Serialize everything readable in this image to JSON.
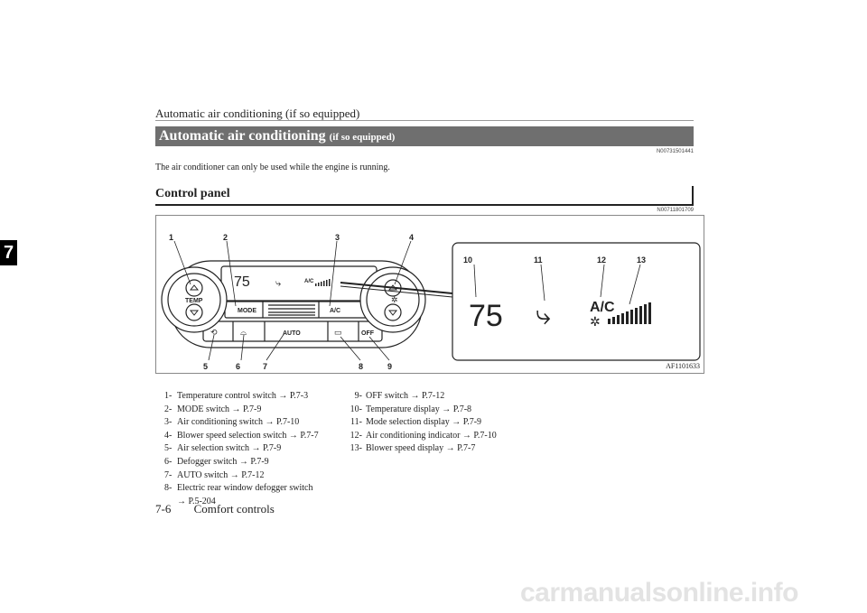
{
  "page": {
    "running_head": "Automatic air conditioning (if so equipped)",
    "chapter_number": "7",
    "section_title": "Automatic air conditioning",
    "section_title_suffix": "(if so equipped)",
    "section_code": "N00731501441",
    "intro_text": "The air conditioner can only be used while the engine is running.",
    "subsection_title": "Control panel",
    "subsection_code": "N00711801709",
    "figure_id": "AF1101633",
    "page_number": "7-6",
    "chapter_name": "Comfort controls",
    "watermark": "carmanualsonline.info"
  },
  "figure": {
    "callouts": [
      "1",
      "2",
      "3",
      "4",
      "5",
      "6",
      "7",
      "8",
      "9",
      "10",
      "11",
      "12",
      "13"
    ],
    "panel_labels": {
      "temp": "TEMP",
      "mode": "MODE",
      "ac": "A/C",
      "auto": "AUTO",
      "off": "OFF",
      "small_ac": "A/C"
    },
    "display_temp": "75",
    "zoom_temp": "75",
    "zoom_ac": "A/C",
    "blower_bars": 10
  },
  "legend_left": [
    {
      "num": "1-",
      "text": "Temperature control switch → P.7-3"
    },
    {
      "num": "2-",
      "text": "MODE switch → P.7-9"
    },
    {
      "num": "3-",
      "text": "Air conditioning switch → P.7-10"
    },
    {
      "num": "4-",
      "text": "Blower speed selection switch → P.7-7"
    },
    {
      "num": "5-",
      "text": "Air selection switch → P.7-9"
    },
    {
      "num": "6-",
      "text": "Defogger switch → P.7-9"
    },
    {
      "num": "7-",
      "text": "AUTO switch → P.7-12"
    },
    {
      "num": "8-",
      "text": "Electric rear window defogger switch",
      "cont": "→ P.5-204"
    }
  ],
  "legend_right": [
    {
      "num": "9-",
      "text": "OFF switch → P.7-12"
    },
    {
      "num": "10-",
      "text": "Temperature display → P.7-8"
    },
    {
      "num": "11-",
      "text": "Mode selection display → P.7-9"
    },
    {
      "num": "12-",
      "text": "Air conditioning indicator → P.7-10"
    },
    {
      "num": "13-",
      "text": "Blower speed display → P.7-7"
    }
  ]
}
